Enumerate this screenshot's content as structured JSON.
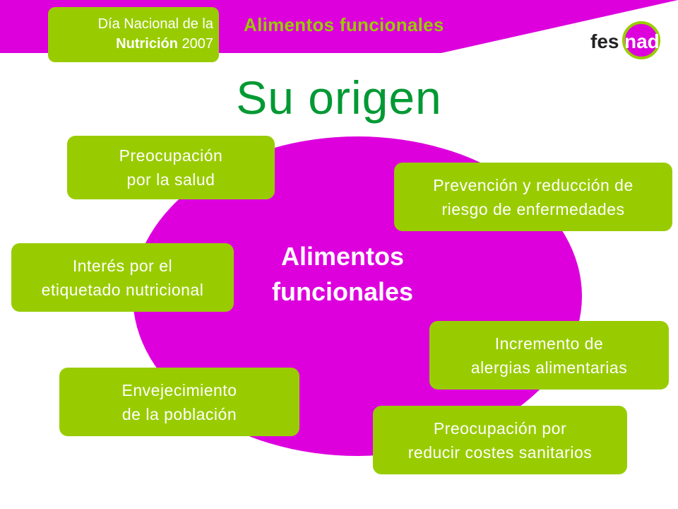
{
  "header": {
    "badge_line1": "Día Nacional de la",
    "badge_line2_bold": "Nutrición",
    "badge_line2_rest": " 2007",
    "title": "Alimentos funcionales",
    "logo": {
      "part1": "fes",
      "part2": "nad"
    }
  },
  "title": "Su origen",
  "center": {
    "line1": "Alimentos",
    "line2": "funcionales"
  },
  "boxes": [
    {
      "line1": "Preocupación",
      "line2": "por la salud"
    },
    {
      "line1": "Prevención y reducción de",
      "line2": "riesgo de enfermedades"
    },
    {
      "line1": "Interés por el",
      "line2": "etiquetado nutricional"
    },
    {
      "line1": "Incremento de",
      "line2": "alergias alimentarias"
    },
    {
      "line1": "Envejecimiento",
      "line2": "de la población"
    },
    {
      "line1": "Preocupación por",
      "line2": "reducir costes sanitarios"
    }
  ],
  "colors": {
    "magenta": "#dd00dd",
    "green": "#99cc00",
    "title_green": "#009933",
    "white": "#ffffff"
  }
}
